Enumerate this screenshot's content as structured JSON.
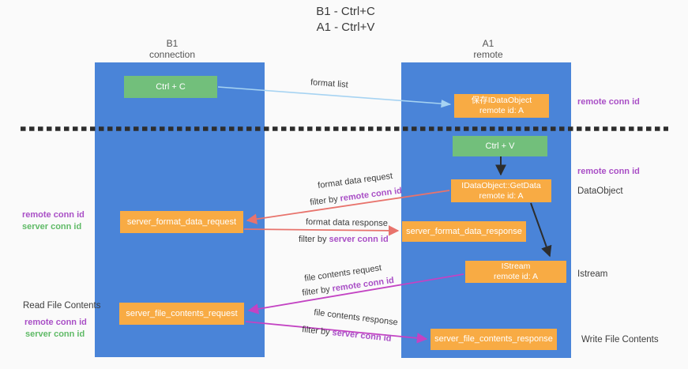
{
  "title": {
    "line1": "B1 - Ctrl+C",
    "line2": "A1 - Ctrl+V"
  },
  "columns": {
    "left": {
      "name": "B1",
      "subtitle": "connection"
    },
    "right": {
      "name": "A1",
      "subtitle": "remote"
    }
  },
  "boxes": {
    "ctrl_c": {
      "label": "Ctrl + C"
    },
    "save_dataobject": {
      "line1": "保存IDataObject",
      "line2": "remote id: A"
    },
    "ctrl_v": {
      "label": "Ctrl + V"
    },
    "getdata": {
      "line1": "IDataObject::GetData",
      "line2": "remote id: A"
    },
    "istream": {
      "line1": "IStream",
      "line2": "remote id: A"
    },
    "server_format_data_request": {
      "label": "server_format_data_request"
    },
    "server_format_data_response": {
      "label": "server_format_data_response"
    },
    "server_file_contents_request": {
      "label": "server_file_contents_request"
    },
    "server_file_contents_response": {
      "label": "server_file_contents_response"
    }
  },
  "side_labels": {
    "right_remote_conn_id_top": "remote conn id",
    "right_remote_conn_id_mid": "remote conn id",
    "dataobject": "DataObject",
    "istream": "Istream",
    "write_file_contents": "Write File Contents",
    "left_remote_conn_id_1": "remote conn id",
    "left_server_conn_id_1": "server conn id",
    "read_file_contents": "Read File Contents",
    "left_remote_conn_id_2": "remote conn id",
    "left_server_conn_id_2": "server conn id"
  },
  "arrow_labels": {
    "format_list": "format list",
    "format_data_request": "format data request",
    "format_data_request_filter_prefix": "filter by",
    "format_data_request_filter_key": "remote conn id",
    "format_data_response": "format data response",
    "format_data_response_filter_prefix": "filter by",
    "format_data_response_filter_key": "server conn id",
    "file_contents_request": "file contents request",
    "file_contents_request_filter_prefix": "filter by",
    "file_contents_request_filter_key": "remote conn id",
    "file_contents_response": "file contents response",
    "file_contents_response_filter_prefix": "filter by",
    "file_contents_response_filter_key": "server conn id"
  },
  "colors": {
    "column_blue": "#4a84d8",
    "box_green": "#72bf7b",
    "box_orange": "#f8ab44",
    "arrow_salmon": "#e8736c",
    "arrow_magenta": "#c343c3",
    "arrow_lightblue": "#a6d3f2",
    "arrow_black": "#2d2d2d",
    "label_purple": "#a94fc6",
    "label_green": "#5fba66",
    "text_dark": "#3d3d3d",
    "box_text": "#ffffff",
    "background": "#fafafa"
  }
}
